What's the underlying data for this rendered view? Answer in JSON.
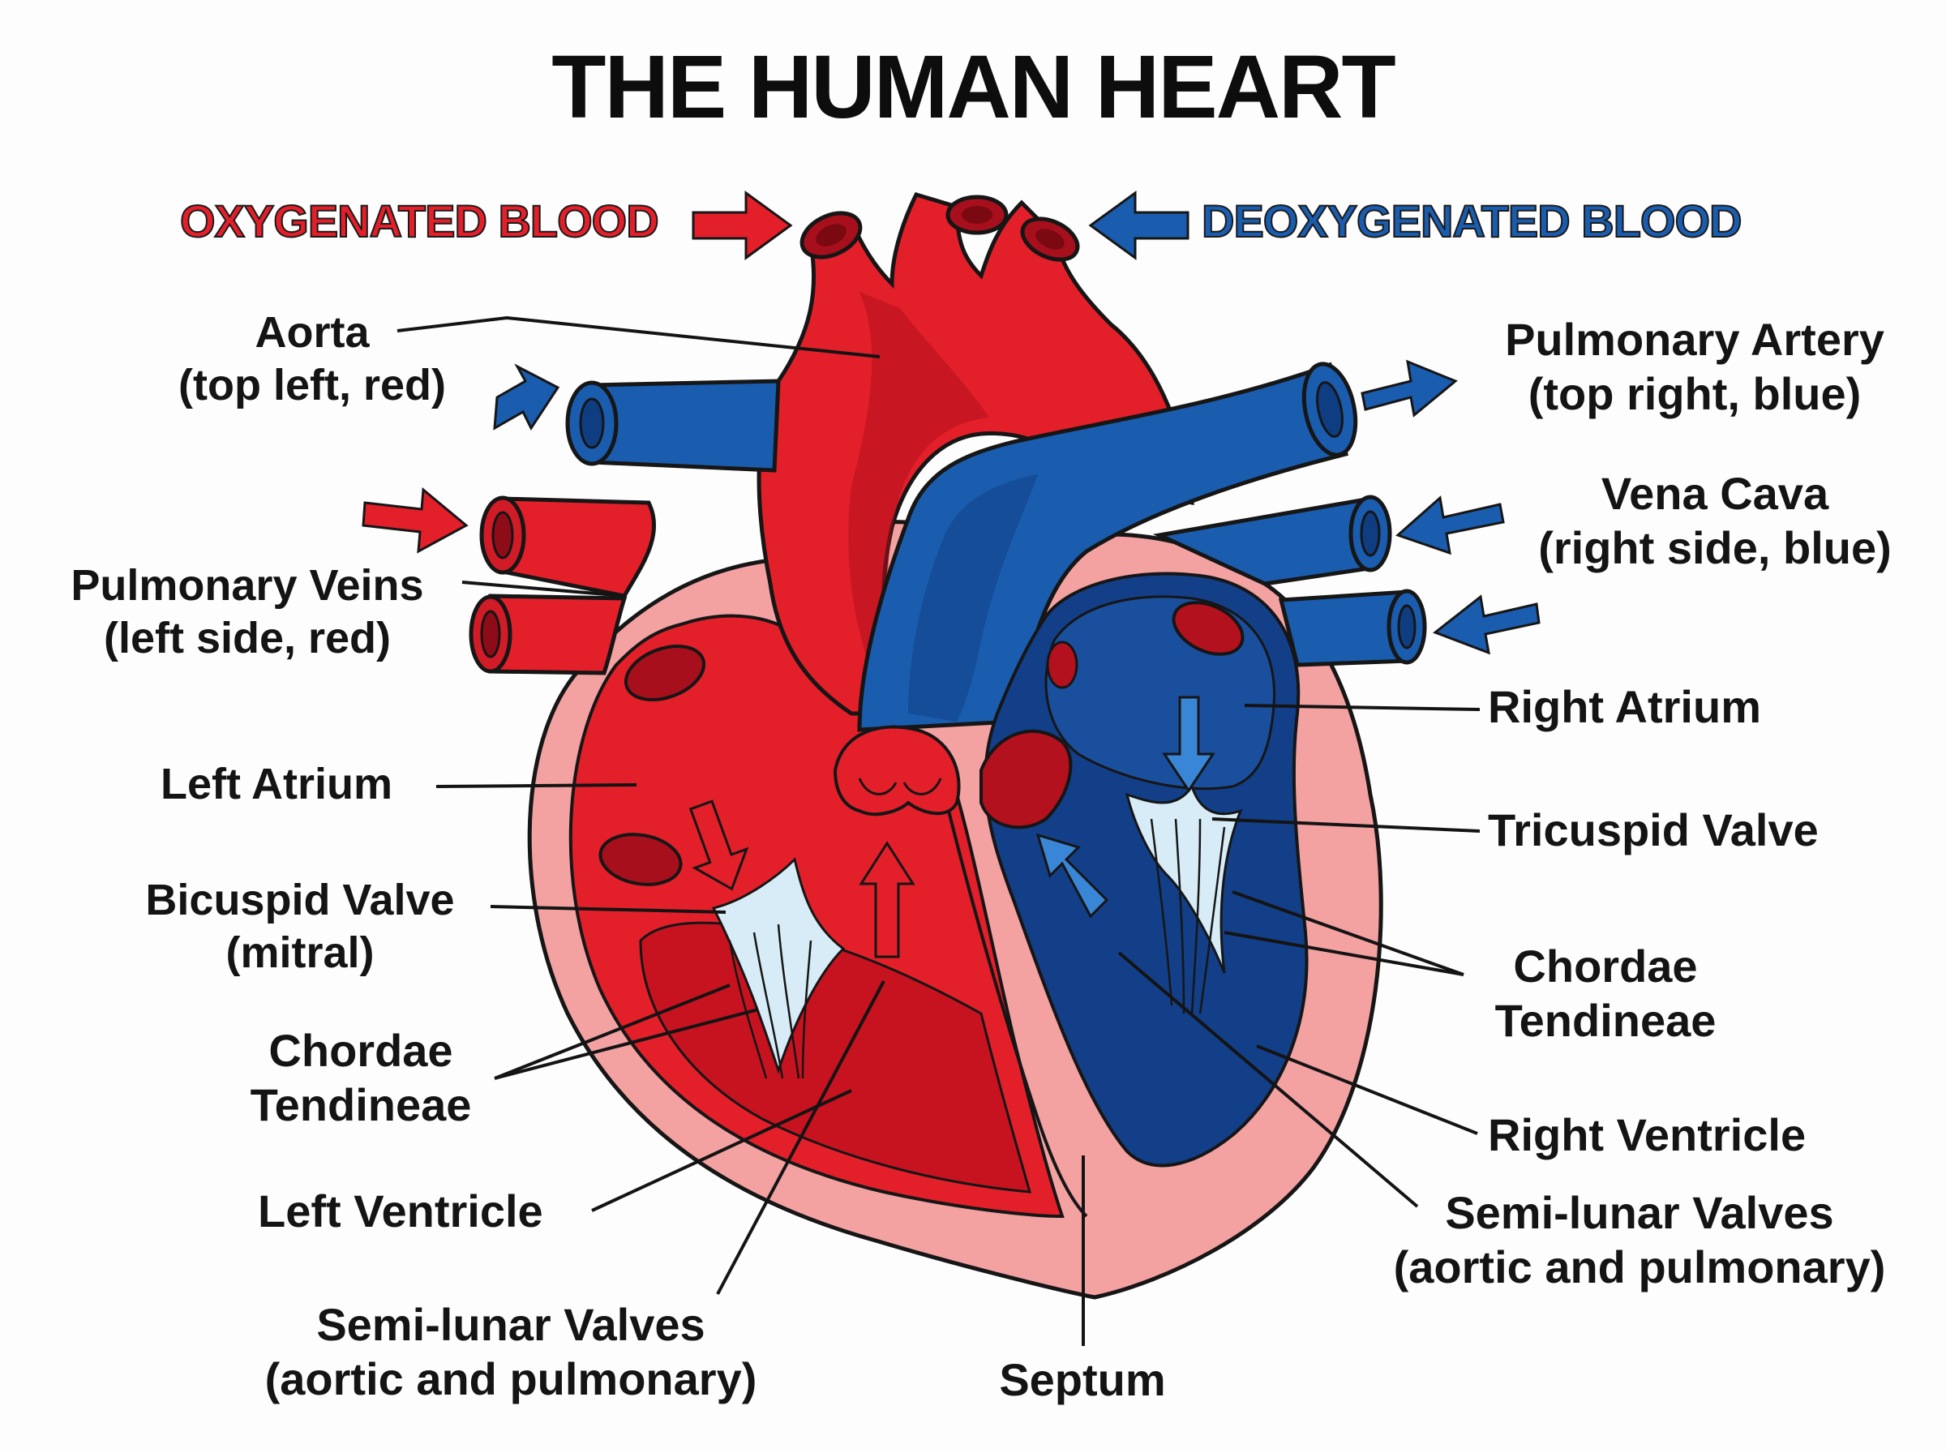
{
  "title": "THE HUMAN HEART",
  "legend": {
    "oxygenated": "OXYGENATED BLOOD",
    "deoxygenated": "DEOXYGENATED BLOOD"
  },
  "colors": {
    "oxygenated": "#e31f2a",
    "oxygenated_dark": "#a80f1c",
    "deoxygenated": "#1a5cae",
    "deoxygenated_dark": "#0f3d82",
    "tissue": "#f3a1a1",
    "valve": "#d7ecf6",
    "outline": "#161616"
  },
  "labels": {
    "aorta": [
      "Aorta",
      "(top left, red)"
    ],
    "pulmonary_veins": [
      "Pulmonary Veins",
      "(left side, red)"
    ],
    "left_atrium": [
      "Left Atrium"
    ],
    "bicuspid_valve": [
      "Bicuspid Valve",
      "(mitral)"
    ],
    "chordae_left": [
      "Chordae",
      "Tendineae"
    ],
    "left_ventricle": [
      "Left Ventricle"
    ],
    "semilunar_left": [
      "Semi-lunar Valves",
      "(aortic and pulmonary)"
    ],
    "septum": [
      "Septum"
    ],
    "pulmonary_artery": [
      "Pulmonary Artery",
      "(top right, blue)"
    ],
    "vena_cava": [
      "Vena Cava",
      "(right side, blue)"
    ],
    "right_atrium": [
      "Right Atrium"
    ],
    "tricuspid_valve": [
      "Tricuspid Valve"
    ],
    "chordae_right": [
      "Chordae",
      "Tendineae"
    ],
    "right_ventricle": [
      "Right Ventricle"
    ],
    "semilunar_right": [
      "Semi-lunar Valves",
      "(aortic and pulmonary)"
    ]
  }
}
